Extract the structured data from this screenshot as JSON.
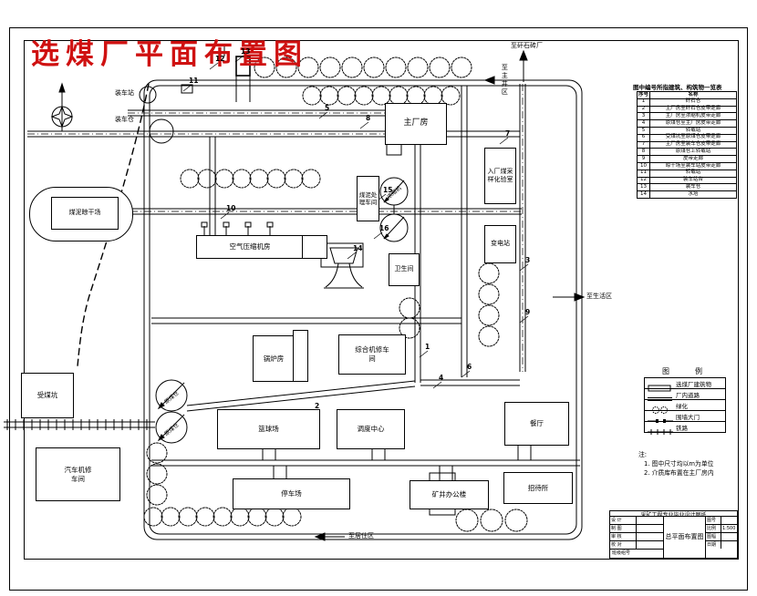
{
  "title": {
    "text": "选煤厂平面布置图"
  },
  "buildings": {
    "main_plant": "主厂房",
    "sampling_lab": "入厂煤采样化验室",
    "substation": "变电站",
    "slime_workshop": "煤泥处理车间",
    "air_compressor": "空气压缩机房",
    "drying_yard": "煤泥晾干场",
    "boiler": "锅炉房",
    "repair_shop": "综合机修车间",
    "toilet": "卫生间",
    "thickener": "浓缩机",
    "raw_coal_silo": "原煤仓",
    "coal_pit": "受煤坑",
    "auto_repair": "汽车机修车间",
    "basketball": "篮球场",
    "dispatch": "调度中心",
    "canteen": "餐厅",
    "parking": "停车场",
    "office": "矿井办公楼",
    "guesthouse": "招待所",
    "loading_station": "装车站",
    "loading_silo": "装车仓"
  },
  "arrows": {
    "north_exit": "至矸石砖厂",
    "west_exit": "至主井区",
    "east_exit": "至生活区",
    "south_exit": "至居住区"
  },
  "legend": {
    "title": "图　　例",
    "items": [
      {
        "symbol": "building",
        "label": "选煤厂建筑物"
      },
      {
        "symbol": "road",
        "label": "厂内道路"
      },
      {
        "symbol": "trees",
        "label": "绿化"
      },
      {
        "symbol": "gate",
        "label": "围墙大门"
      },
      {
        "symbol": "rail",
        "label": "铁路"
      }
    ]
  },
  "notes": {
    "heading": "注:",
    "lines": [
      "1. 图中尺寸均以m为单位",
      "2. 介质库布置在主厂房内"
    ]
  },
  "structures_table": {
    "title": "图中编号所指建筑、构筑物一览表",
    "headers": [
      "序号",
      "名称"
    ],
    "rows": [
      [
        "1",
        "矸石仓"
      ],
      [
        "2",
        "主厂房至矸石仓皮带走廊"
      ],
      [
        "3",
        "主厂房至浓缩机皮带走廊"
      ],
      [
        "4",
        "原煤仓至主厂房皮带走廊"
      ],
      [
        "5",
        "转载站"
      ],
      [
        "6",
        "受煤坑至原煤仓皮带走廊"
      ],
      [
        "7",
        "主厂房至装车仓皮带走廊"
      ],
      [
        "8",
        "原煤仓上转载站"
      ],
      [
        "9",
        "皮带走廊"
      ],
      [
        "10",
        "晾干场至装车站皮带走廊"
      ],
      [
        "11",
        "转载站"
      ],
      [
        "12",
        "装车站台"
      ],
      [
        "13",
        "装车仓"
      ],
      [
        "14",
        "水塔"
      ]
    ]
  },
  "callouts": [
    "1",
    "2",
    "3",
    "4",
    "5",
    "6",
    "7",
    "8",
    "9",
    "10",
    "11",
    "12",
    "13",
    "14",
    "15",
    "16"
  ],
  "title_block": {
    "banner": "采矿工程专业毕业设计图纸",
    "drawing_name": "总平面布置图",
    "left_rows": [
      [
        "设 计",
        ""
      ],
      [
        "制 图",
        ""
      ],
      [
        "审 核",
        ""
      ],
      [
        "校 对",
        ""
      ]
    ],
    "bottom_left": "班级组号",
    "right_rows": [
      [
        "图号",
        ""
      ],
      [
        "比例",
        "1:500"
      ],
      [
        "图幅",
        ""
      ],
      [
        "日期",
        ""
      ]
    ]
  },
  "colors": {
    "line": "#000000",
    "title_red": "#cf1111",
    "paper": "#ffffff"
  }
}
